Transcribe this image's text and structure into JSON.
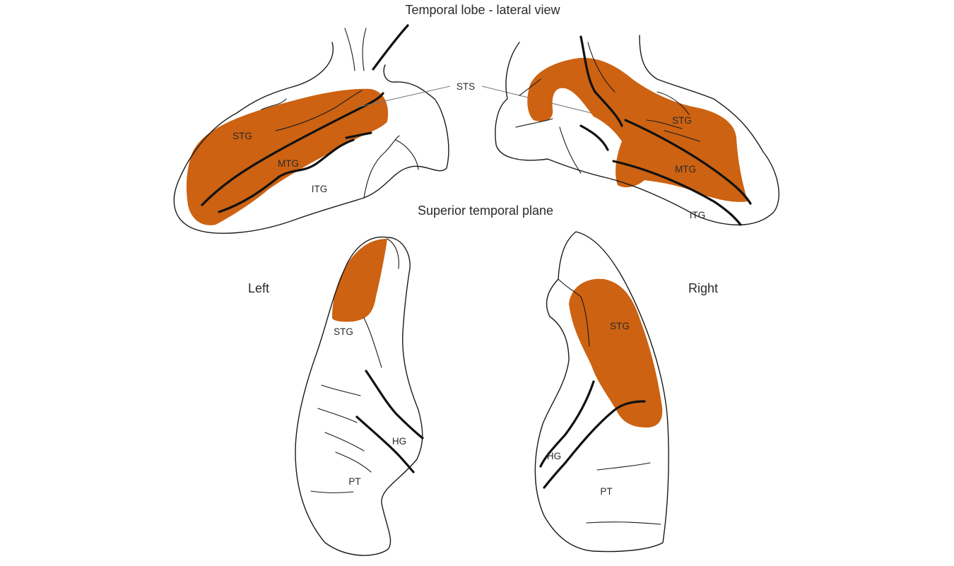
{
  "title": "Temporal lobe - lateral view",
  "subtitle": "Superior temporal plane",
  "sides": {
    "left": "Left",
    "right": "Right"
  },
  "labels": {
    "sts": "STS",
    "stg": "STG",
    "mtg": "MTG",
    "itg": "ITG",
    "hg": "HG",
    "pt": "PT"
  },
  "colors": {
    "highlight": "#cc6212",
    "line": "#1a1a1a",
    "background": "#ffffff"
  }
}
